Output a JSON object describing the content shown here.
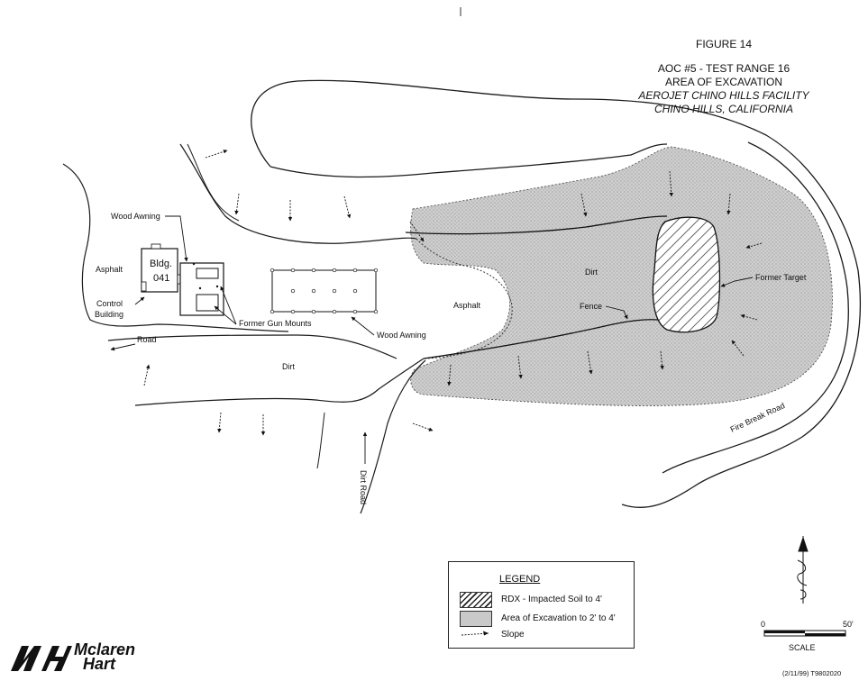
{
  "title": {
    "figure": "FIGURE 14",
    "line1": "AOC #5 - TEST RANGE 16",
    "line2": "AREA OF EXCAVATION",
    "line3": "AEROJET CHINO HILLS FACILITY",
    "line4": "CHINO HILLS, CALIFORNIA"
  },
  "labels": {
    "wood_awning_1": "Wood Awning",
    "asphalt_left": "Asphalt",
    "bldg_line1": "Bldg.",
    "bldg_line2": "041",
    "control_line1": "Control",
    "control_line2": "Building",
    "former_gun_mounts": "Former Gun Mounts",
    "wood_awning_2": "Wood Awning",
    "road": "Road",
    "dirt_lower": "Dirt",
    "asphalt_center": "Asphalt",
    "dirt_excavation": "Dirt",
    "fence": "Fence",
    "former_target": "Former Target",
    "fire_break_road": "Fire Break Road",
    "dirt_road": "Dirt Road"
  },
  "legend": {
    "heading": "LEGEND",
    "rdx": "RDX - Impacted Soil to 4'",
    "excavation": "Area of Excavation to 2' to 4'",
    "slope": "Slope"
  },
  "scale": {
    "zero": "0",
    "fifty": "50'",
    "label": "SCALE"
  },
  "logo": {
    "line1": "Mclaren",
    "line2": "Hart"
  },
  "doc_id": "(2/11/99) T9802020",
  "colors": {
    "excavation_fill": "#c9c9c9",
    "line": "#1a1a1a"
  }
}
